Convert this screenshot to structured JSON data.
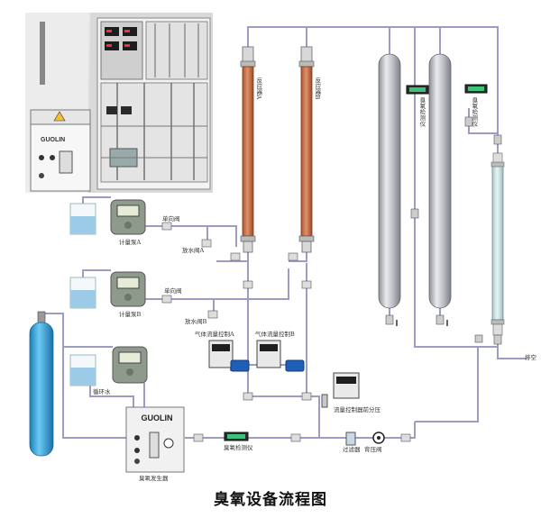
{
  "diagram": {
    "title": "臭氧设备流程图",
    "brand": "GUOLIN",
    "labels": {
      "check_valve_1": "单向阀",
      "check_valve_2": "单向阀",
      "pump_a": "计量泵A",
      "pump_b": "计量泵B",
      "drain_valve_a": "放水阀A",
      "drain_valve_b": "放水阀B",
      "gas_flow_ctrl_a": "气体流量控制A",
      "gas_flow_ctrl_b": "气体流量控制B",
      "circulating_water": "循环水",
      "ozone_generator": "臭氧发生器",
      "ozone_detector_bottom": "臭氧检测仪",
      "flow_ctrl_pressure": "流量控制器前分压",
      "filter": "过滤器",
      "back_pressure_valve": "背压阀",
      "vent": "排空",
      "reactor_a": "反应器A",
      "reactor_b": "反应器B",
      "ozone_detector_1": "臭氧检测仪",
      "ozone_detector_2": "臭氧检测仪"
    },
    "colors": {
      "pipe": "#9d9cc4",
      "reactor_fill": "#c8734a",
      "column_steel": "#b9bcc2",
      "cylinder": "#3fa9e0",
      "water": "#9ccbe8",
      "valve_blue": "#1f5fb8"
    }
  }
}
